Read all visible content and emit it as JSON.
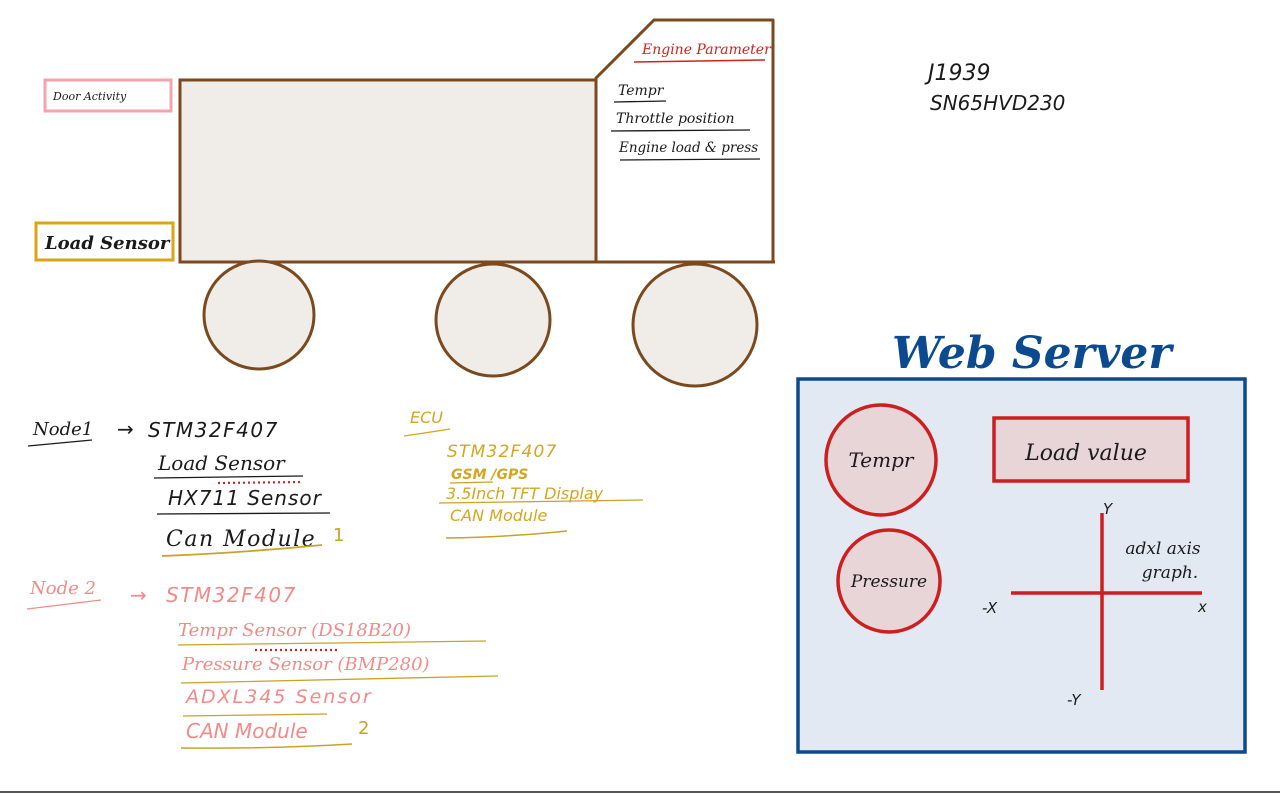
{
  "truck": {
    "door_activity": "Door Activity",
    "load_sensor": "Load Sensor",
    "engine_parameter": "Engine Parameter",
    "engine_items": [
      "Tempr",
      "Throttle position",
      "Engine load & press"
    ]
  },
  "protocol": {
    "line1": "J1939",
    "line2": "SN65HVD230"
  },
  "node1": {
    "label": "Node1",
    "arrow": "→",
    "mcu": "STM32F407",
    "items": [
      "Load Sensor",
      "HX711 Sensor",
      "Can Module"
    ],
    "mark": "1"
  },
  "ecu": {
    "label": "ECU",
    "items": [
      "STM32F407",
      "GSM /GPS",
      "3.5Inch TFT Display",
      "CAN Module"
    ]
  },
  "node2": {
    "label": "Node 2",
    "arrow": "→",
    "mcu": "STM32F407",
    "items": [
      "Tempr Sensor (DS18B20)",
      "Pressure Sensor (BMP280)",
      "ADXL345 Sensor",
      "CAN Module"
    ],
    "mark": "2"
  },
  "web_server": {
    "title": "Web Server",
    "temp": "Tempr",
    "pressure": "Pressure",
    "load_value": "Load value",
    "graph_label_1": "adxl axis",
    "graph_label_2": "graph.",
    "axis_x_pos": "x",
    "axis_x_neg": "-X",
    "axis_y_pos": "Y",
    "axis_y_neg": "-Y"
  },
  "colors": {
    "truck_outline": "#7a4a1e",
    "truck_fill": "#f0ece8",
    "door_box": "#f4a3ad",
    "load_box": "#d9a515",
    "engine_header": "#d32020",
    "ink": "#1a1a1a",
    "ecu_text": "#d4a520",
    "node2_text": "#f28a8a",
    "underline_gold": "#c9a227",
    "server_border": "#0b4a8f",
    "server_fill": "#e3e9f3",
    "server_title": "#0b4a8f",
    "red": "#cc1f1f",
    "bubble_fill": "#e8d5d8"
  }
}
